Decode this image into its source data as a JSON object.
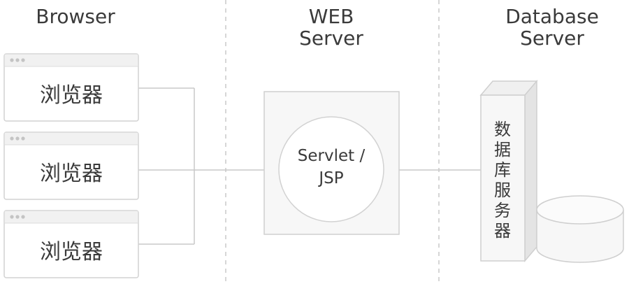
{
  "columns": {
    "browser": {
      "title": "Browser"
    },
    "web_server": {
      "title_line1": "WEB",
      "title_line2": "Server"
    },
    "db_server": {
      "title_line1": "Database",
      "title_line2": "Server"
    }
  },
  "browsers": [
    {
      "label": "浏览器"
    },
    {
      "label": "浏览器"
    },
    {
      "label": "浏览器"
    }
  ],
  "web_server": {
    "label_line1": "Servlet /",
    "label_line2": "JSP"
  },
  "db_server": {
    "label_chars": [
      "数",
      "据",
      "库",
      "服",
      "务",
      "器"
    ]
  },
  "colors": {
    "line": "#c8c8c8",
    "box_stroke": "#cfcfcf",
    "box_fill": "#f7f7f7",
    "text": "#3a3a3a"
  }
}
